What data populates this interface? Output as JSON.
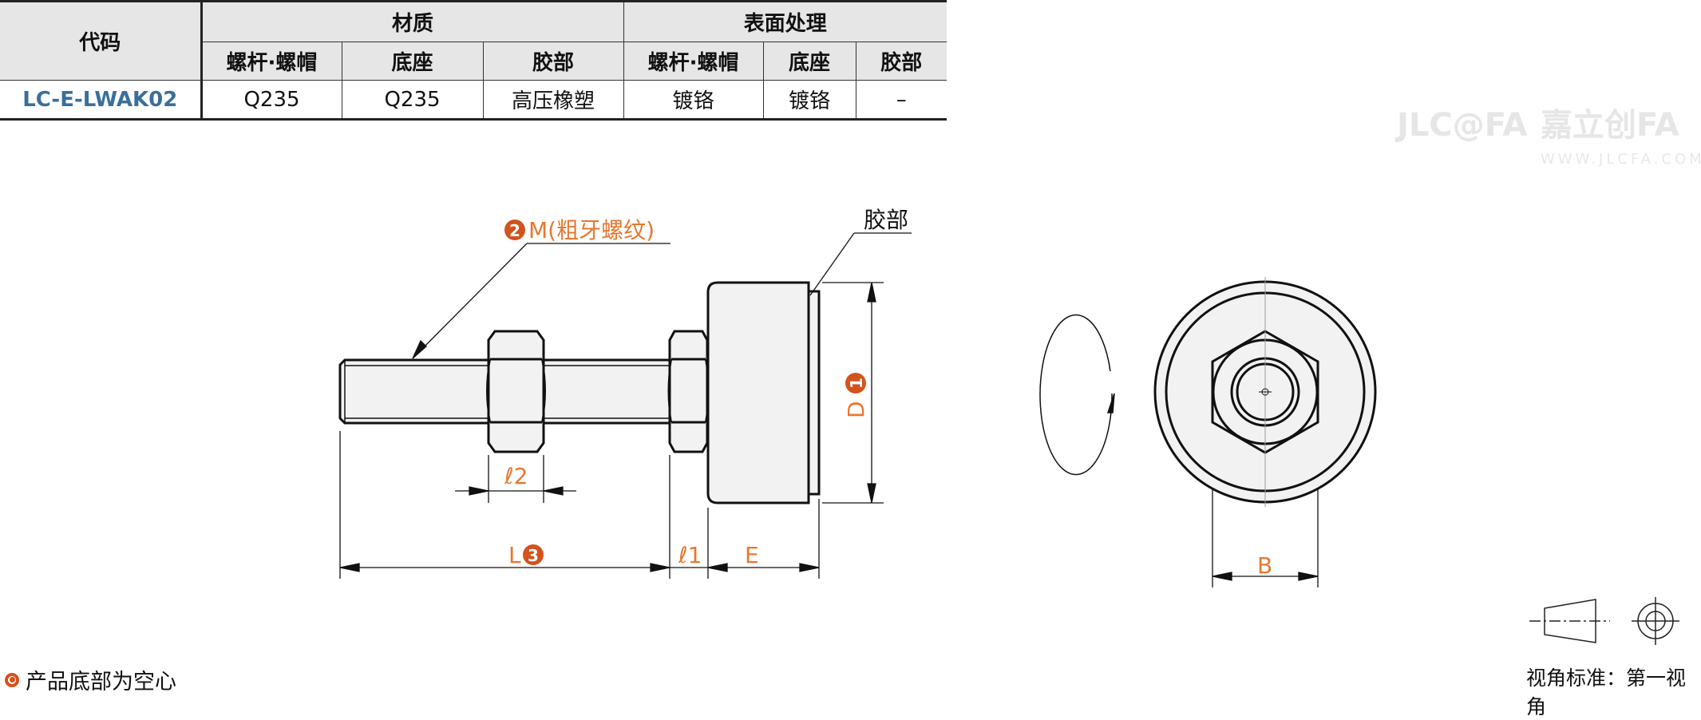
{
  "table": {
    "code_header": "代码",
    "material_header": "材质",
    "surface_header": "表面处理",
    "sub_headers": [
      "螺杆·螺帽",
      "底座",
      "胶部",
      "螺杆·螺帽",
      "底座",
      "胶部"
    ],
    "row": {
      "code": "LC-E-LWAK02",
      "values": [
        "Q235",
        "Q235",
        "高压橡塑",
        "镀铬",
        "镀铬",
        "–"
      ]
    }
  },
  "drawing": {
    "thread_label_num": "2",
    "thread_label": "M(粗牙螺纹)",
    "rubber_label": "胶部",
    "dim_D": "D",
    "dim_D_num": "1",
    "dim_l2": "ℓ2",
    "dim_L": "L",
    "dim_L_num": "3",
    "dim_l1": "ℓ1",
    "dim_E": "E",
    "dim_B": "B"
  },
  "watermark": {
    "logo": "JLC@FA",
    "brand": "嘉立创FA",
    "url": "WWW.JLCFA.COM"
  },
  "note": "产品底部为空心",
  "projection": "视角标准：第一视角",
  "colors": {
    "accent": "#e8772e",
    "badge": "#d4521c",
    "code": "#3a6f9c",
    "header_bg": "#e6e6e6"
  }
}
